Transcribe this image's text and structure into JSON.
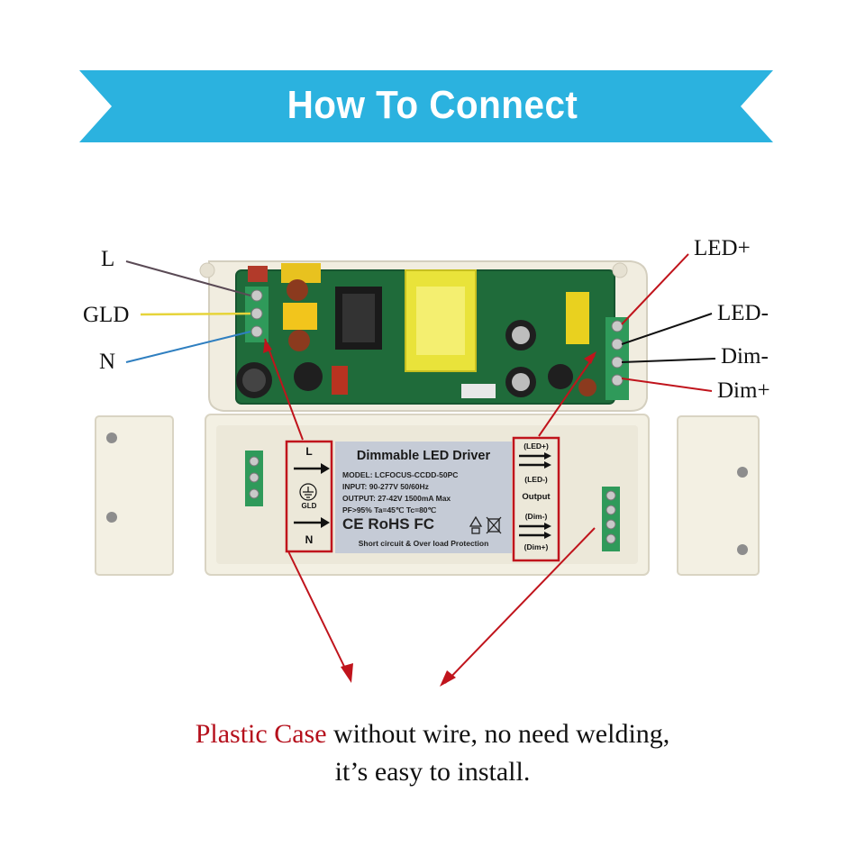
{
  "banner": {
    "title": "How To Connect",
    "color": "#2bb2df"
  },
  "input_wires": [
    {
      "label": "L",
      "color": "#5a4a55"
    },
    {
      "label": "GLD",
      "color": "#e6d43a"
    },
    {
      "label": "N",
      "color": "#2f7fc0"
    }
  ],
  "output_wires": [
    {
      "label": "LED+",
      "color": "#c0141c"
    },
    {
      "label": "LED-",
      "color": "#111111"
    },
    {
      "label": "Dim-",
      "color": "#111111"
    },
    {
      "label": "Dim+",
      "color": "#c0141c"
    }
  ],
  "driver_label": {
    "title": "Dimmable LED Driver",
    "model": "MODEL: LCFOCUS-CCDD-50PC",
    "input": "INPUT: 90-277V      50/60Hz",
    "output": "OUTPUT: 27-42V    1500mA Max",
    "pf": "PF>95%   Ta=45℃   Tc=80℃",
    "certs": "CE RoHS FC",
    "footer": "Short circuit & Over load Protection"
  },
  "input_box": {
    "l": "L",
    "gld": "GLD",
    "n": "N"
  },
  "output_box": {
    "led_plus": "(LED+)",
    "led_minus": "(LED-)",
    "output": "Output",
    "dim_minus": "(Dim-)",
    "dim_plus": "(Dim+)"
  },
  "caption": {
    "highlight": "Plastic Case",
    "line1_rest": " without wire, no need welding,",
    "line2": "it’s easy to install."
  },
  "accent_red": "#c0141c"
}
